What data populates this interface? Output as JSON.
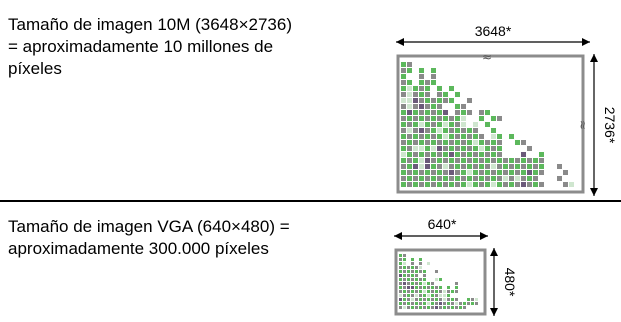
{
  "large_image": {
    "description": "Tamaño de imagen 10M (3648×2736)\n= aproximadamente 10 millones de\npíxeles",
    "width_label": "3648*",
    "height_label": "2736*"
  },
  "small_image": {
    "description": "Tamaño de imagen VGA (640×480) =\naproximadamente 300.000 píxeles",
    "width_label": "640*",
    "height_label": "480*"
  },
  "colors": {
    "frame": "#8c8c8c",
    "pixel_green": "#5cb85c",
    "pixel_gray": "#8a8a8a",
    "pixel_light": "#cfe6cf",
    "pixel_purple": "#6b5a7a"
  }
}
